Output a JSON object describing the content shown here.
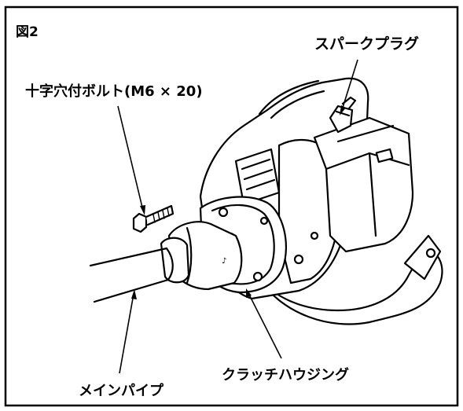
{
  "figure": {
    "number_label": "図2"
  },
  "callouts": {
    "spark_plug": "スパークプラグ",
    "bolt": "十字穴付ボルト(M6 × 20)",
    "main_pipe": "メインパイプ",
    "clutch_housing": "クラッチハウジング"
  }
}
